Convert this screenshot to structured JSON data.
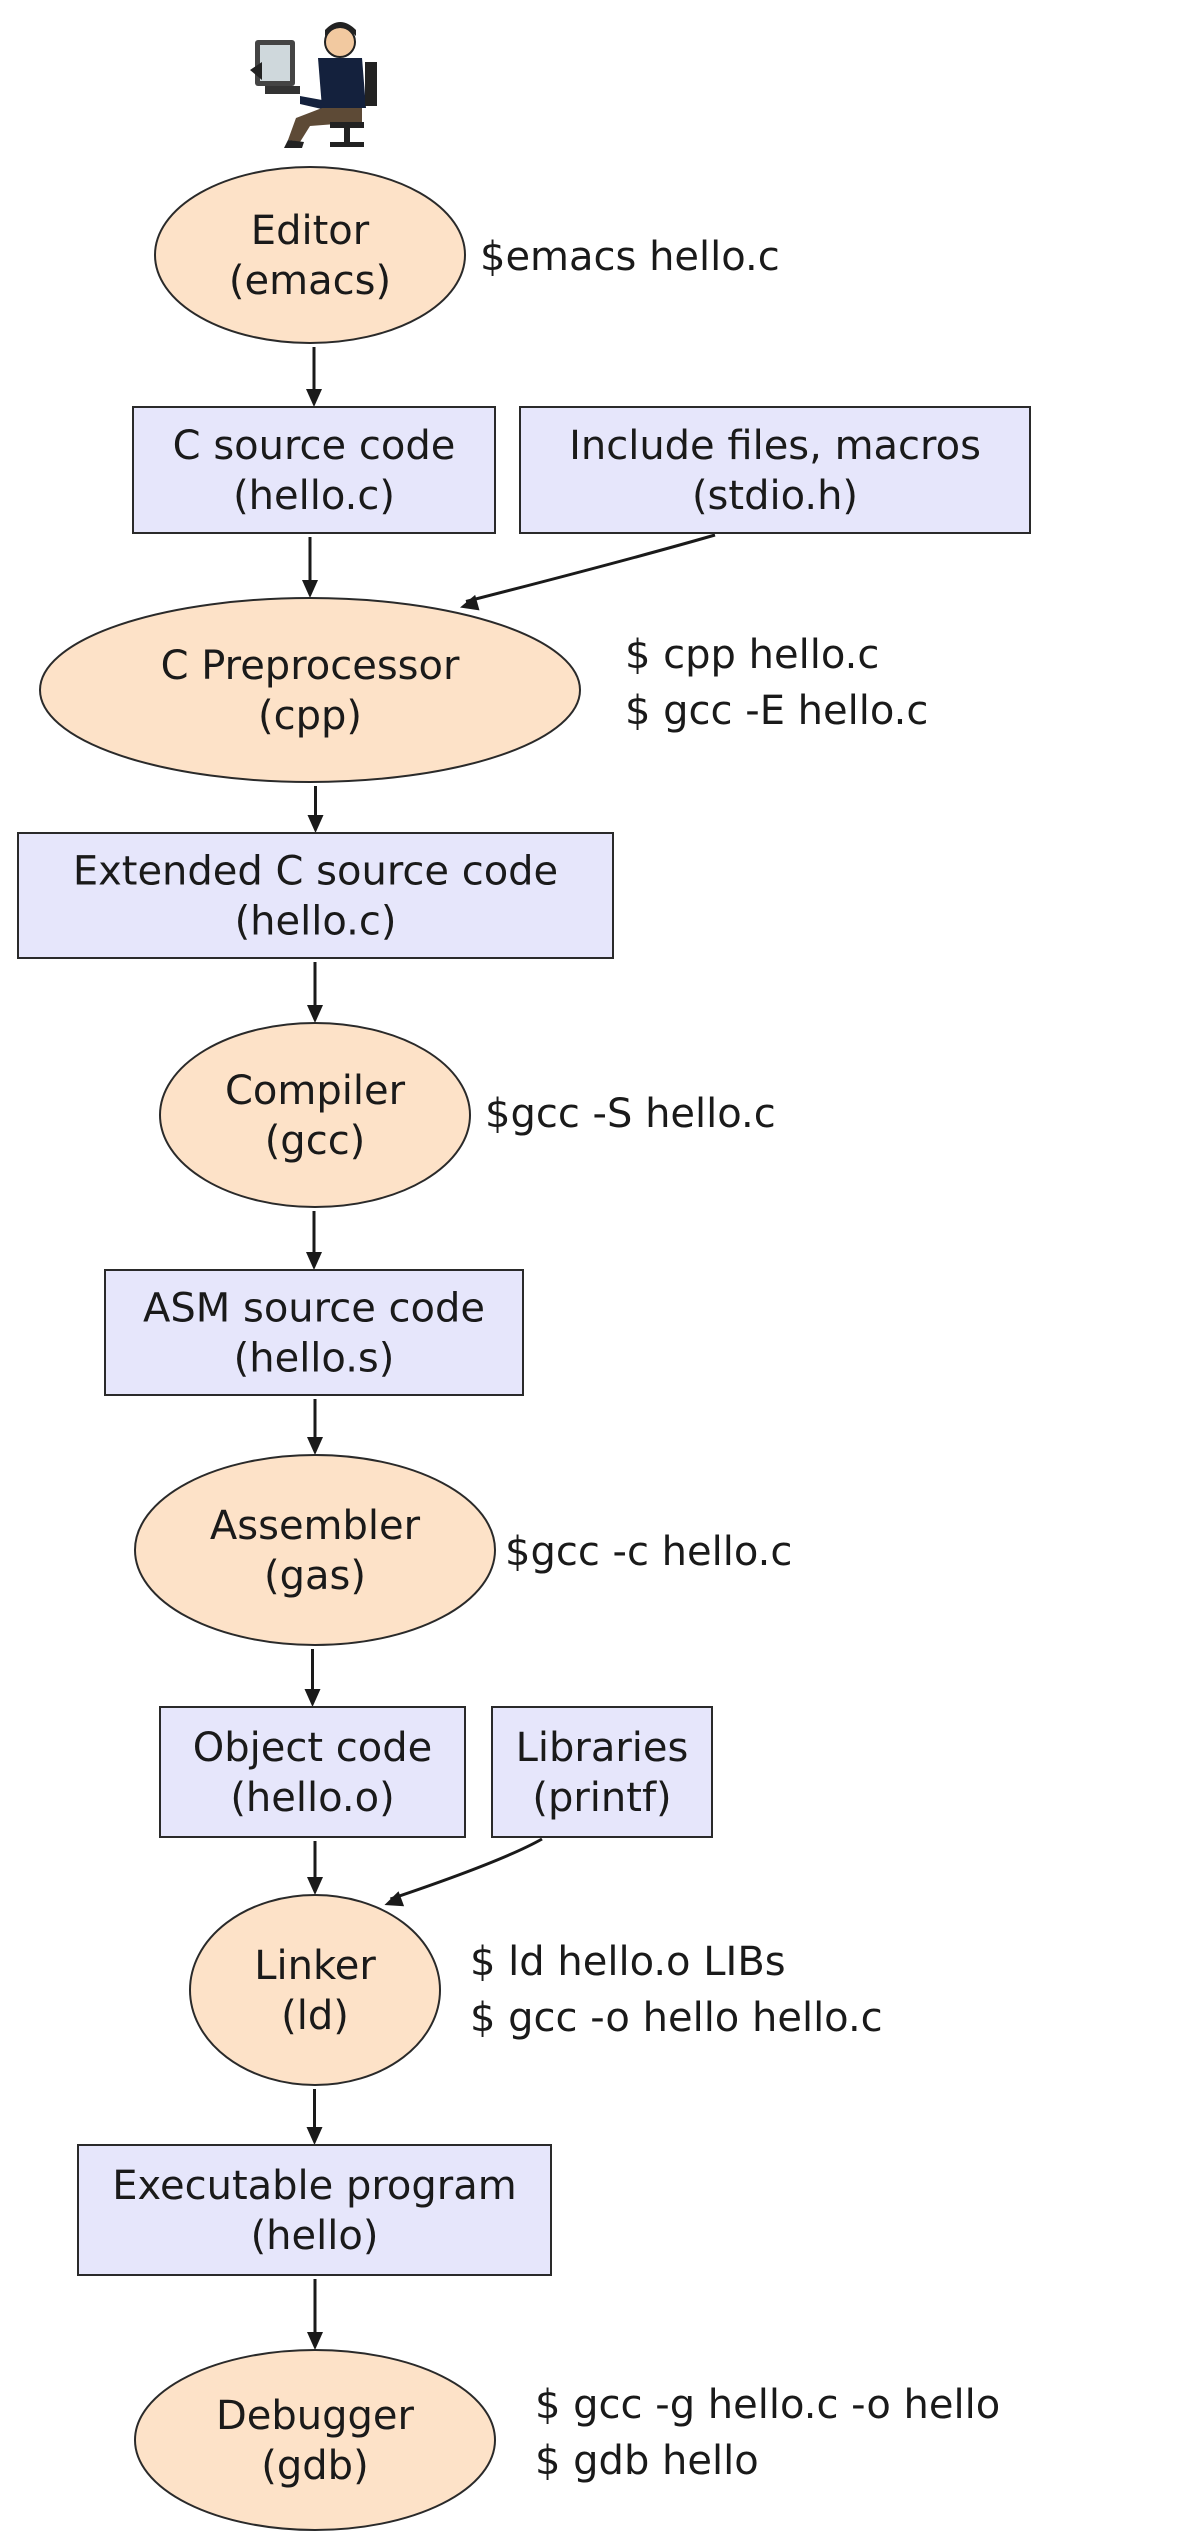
{
  "stages": [
    {
      "id": "editor",
      "shape": "ellipse",
      "lines": [
        "Editor",
        "(emacs)"
      ]
    },
    {
      "id": "c-source",
      "shape": "box",
      "lines": [
        "C source code",
        "(hello.c)"
      ]
    },
    {
      "id": "include-files",
      "shape": "box",
      "lines": [
        "Include files, macros",
        "(stdio.h)"
      ]
    },
    {
      "id": "preprocessor",
      "shape": "ellipse",
      "lines": [
        "C Preprocessor",
        "(cpp)"
      ]
    },
    {
      "id": "extended-source",
      "shape": "box",
      "lines": [
        "Extended C source code",
        "(hello.c)"
      ]
    },
    {
      "id": "compiler",
      "shape": "ellipse",
      "lines": [
        "Compiler",
        "(gcc)"
      ]
    },
    {
      "id": "asm-source",
      "shape": "box",
      "lines": [
        "ASM source code",
        "(hello.s)"
      ]
    },
    {
      "id": "assembler",
      "shape": "ellipse",
      "lines": [
        "Assembler",
        "(gas)"
      ]
    },
    {
      "id": "object-code",
      "shape": "box",
      "lines": [
        "Object code",
        "(hello.o)"
      ]
    },
    {
      "id": "libraries",
      "shape": "box",
      "lines": [
        "Libraries",
        "(printf)"
      ]
    },
    {
      "id": "linker",
      "shape": "ellipse",
      "lines": [
        "Linker",
        "(ld)"
      ]
    },
    {
      "id": "executable",
      "shape": "box",
      "lines": [
        "Executable program",
        "(hello)"
      ]
    },
    {
      "id": "debugger",
      "shape": "ellipse",
      "lines": [
        "Debugger",
        "(gdb)"
      ]
    }
  ],
  "commands": [
    {
      "stage": "editor",
      "lines": [
        "$emacs hello.c"
      ]
    },
    {
      "stage": "preprocessor",
      "lines": [
        "$ cpp hello.c",
        "$ gcc -E hello.c"
      ]
    },
    {
      "stage": "compiler",
      "lines": [
        "$gcc -S hello.c"
      ]
    },
    {
      "stage": "assembler",
      "lines": [
        "$gcc -c hello.c"
      ]
    },
    {
      "stage": "linker",
      "lines": [
        "$ ld hello.o LIBs",
        "$ gcc -o hello hello.c"
      ]
    },
    {
      "stage": "debugger",
      "lines": [
        "$ gcc -g hello.c -o hello",
        "$ gdb hello"
      ]
    }
  ],
  "edges": [
    {
      "from": "editor",
      "to": "c-source"
    },
    {
      "from": "c-source",
      "to": "preprocessor"
    },
    {
      "from": "include-files",
      "to": "preprocessor"
    },
    {
      "from": "preprocessor",
      "to": "extended-source"
    },
    {
      "from": "extended-source",
      "to": "compiler"
    },
    {
      "from": "compiler",
      "to": "asm-source"
    },
    {
      "from": "asm-source",
      "to": "assembler"
    },
    {
      "from": "assembler",
      "to": "object-code"
    },
    {
      "from": "object-code",
      "to": "linker"
    },
    {
      "from": "libraries",
      "to": "linker"
    },
    {
      "from": "linker",
      "to": "executable"
    },
    {
      "from": "executable",
      "to": "debugger"
    }
  ],
  "colors": {
    "process": "#fde2c8",
    "artifact": "#e6e6fb",
    "stroke": "#2a2a2a"
  },
  "icons": {
    "top": "programmer-at-computer-icon"
  }
}
